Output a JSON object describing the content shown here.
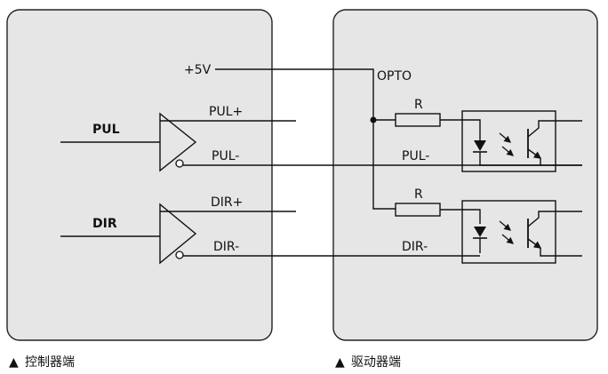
{
  "panels": {
    "left": {
      "caption": "控制器端",
      "caption_marker": "▲"
    },
    "right": {
      "caption": "驱动器端",
      "caption_marker": "▲"
    }
  },
  "signals": {
    "vplus": "+5V",
    "opto": "OPTO",
    "pul": "PUL",
    "pul_plus": "PUL+",
    "pul_minus_left": "PUL-",
    "pul_minus_right": "PUL-",
    "dir": "DIR",
    "dir_plus": "DIR+",
    "dir_minus_left": "DIR-",
    "dir_minus_right": "DIR-",
    "resistor_top": "R",
    "resistor_bottom": "R"
  },
  "colors": {
    "panel_fill": "#e6e6e6",
    "line": "#111111"
  },
  "icons": [
    "line-driver-triangle",
    "resistor",
    "optocoupler-led",
    "phototransistor",
    "light-arrows"
  ]
}
